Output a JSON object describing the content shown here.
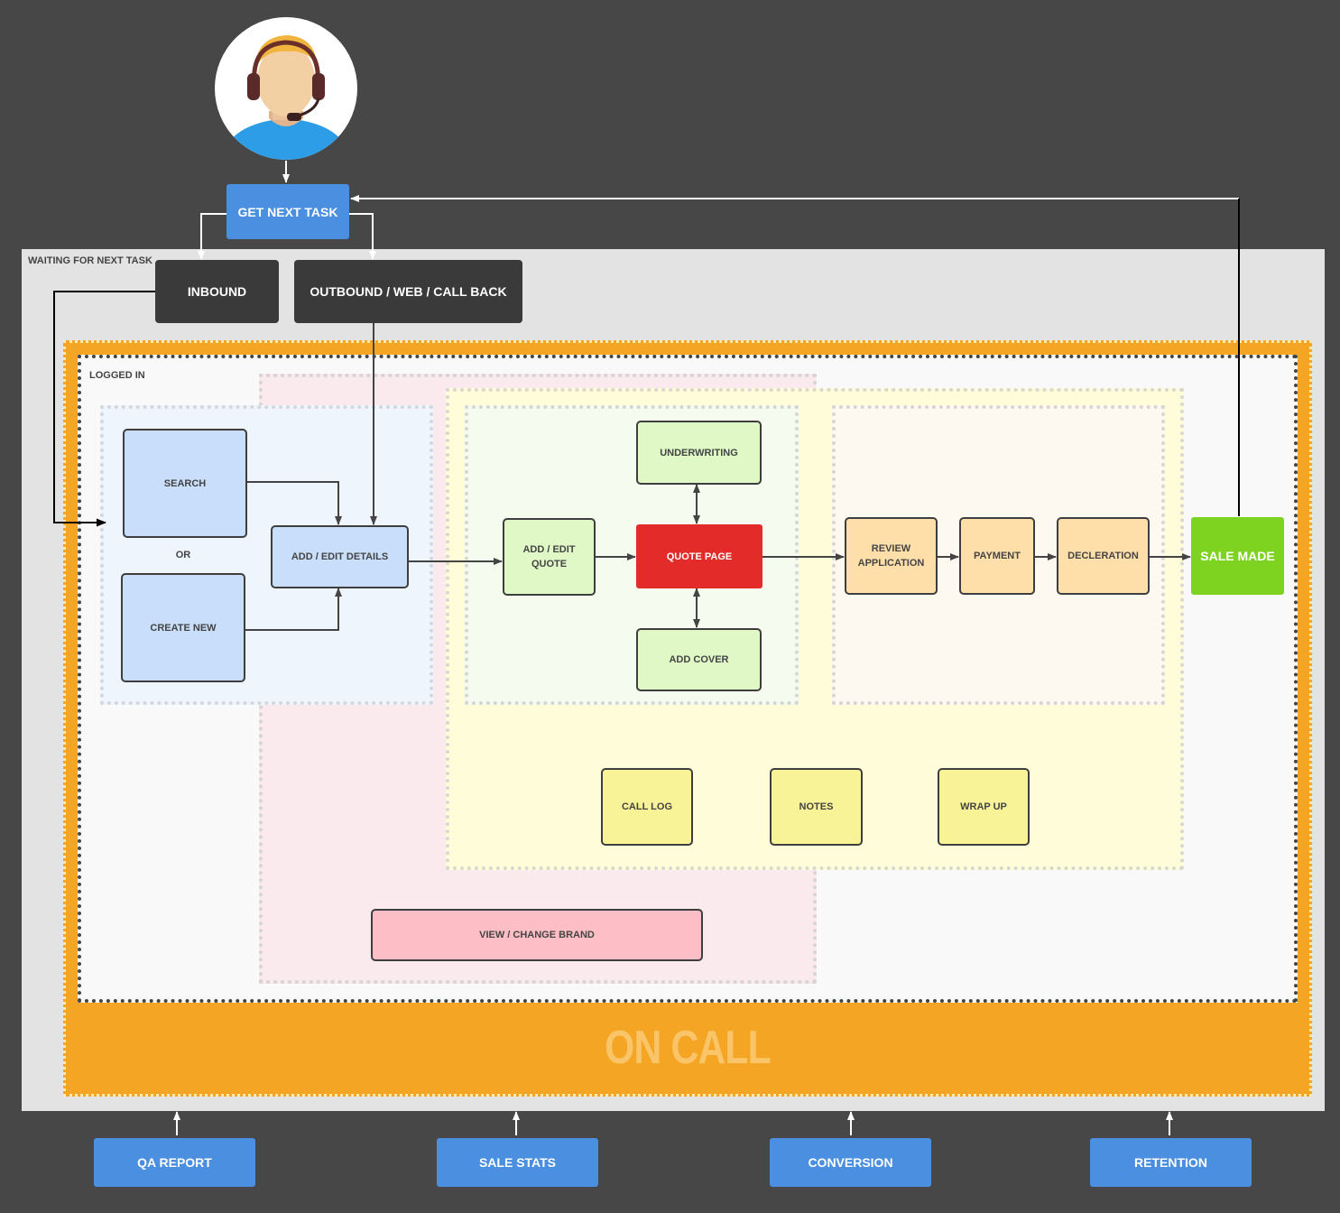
{
  "nodes": {
    "get_next_task": "GET NEXT TASK",
    "inbound": "INBOUND",
    "outbound": "OUTBOUND / WEB / CALL BACK",
    "search": "SEARCH",
    "or": "OR",
    "create_new": "CREATE NEW",
    "add_edit_details": "ADD / EDIT DETAILS",
    "add_edit_quote": "ADD / EDIT QUOTE",
    "underwriting": "UNDERWRITING",
    "quote_page": "QUOTE PAGE",
    "add_cover": "ADD COVER",
    "review_application": "REVIEW APPLICATION",
    "payment": "PAYMENT",
    "decleration": "DECLERATION",
    "sale_made": "SALE MADE",
    "call_log": "CALL LOG",
    "notes": "NOTES",
    "wrap_up": "WRAP UP",
    "view_change_brand": "VIEW / CHANGE BRAND"
  },
  "zones": {
    "waiting": "WAITING FOR NEXT TASK",
    "logged_in": "LOGGED IN",
    "on_call": "ON CALL"
  },
  "reports": [
    "QA REPORT",
    "SALE STATS",
    "CONVERSION",
    "RETENTION"
  ],
  "colors": {
    "background": "#474747",
    "dark_node": "#3a3a3a",
    "blue": "#4a8fe0",
    "on_call": "#f4a523",
    "quote_page": "#e32c2a",
    "sale_made": "#7ed321"
  }
}
